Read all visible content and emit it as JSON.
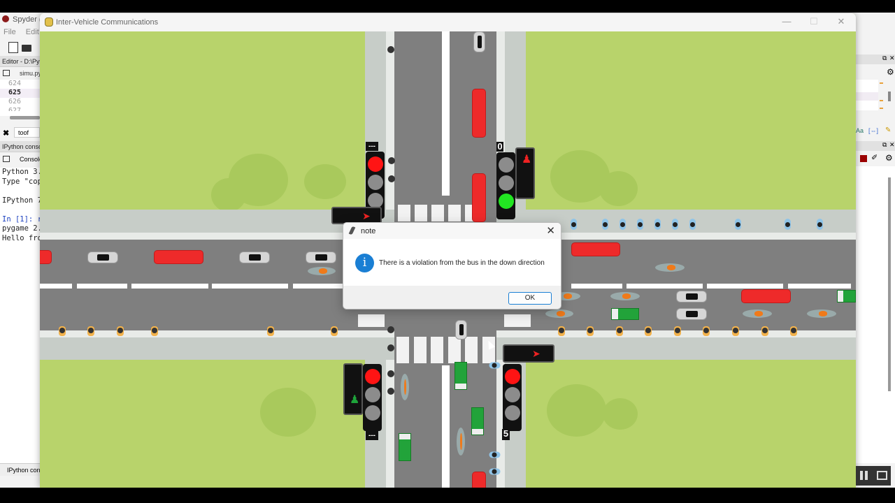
{
  "spyder": {
    "title": "Spyder (",
    "menu": [
      "File",
      "Edit"
    ],
    "editor_header": "Editor - D:\\Pyt",
    "editor_tab": "simu.py",
    "line_numbers": [
      "624",
      "625",
      "626",
      "627"
    ],
    "current_line": "625",
    "find_text": "toof",
    "console_pane_header": "IPython conso",
    "console_tab": "Console",
    "console_lines": [
      "Python 3.",
      "Type \"cop",
      "",
      "IPython 7",
      "",
      "In [1]: r",
      "pygame 2.",
      "Hello fro"
    ],
    "console_prompt": "In [1]:",
    "bottom_tab": "IPython cons"
  },
  "pygame_window": {
    "title": "Inter-Vehicle Communications",
    "controls": {
      "minimize": "—",
      "maximize": "☐",
      "close": "✕"
    }
  },
  "scene": {
    "colors": {
      "grass": "#b8d36b",
      "road": "#7f7f7f",
      "sidewalk": "#c7cdc8",
      "red_light": "#ff1414",
      "green_light": "#22e622",
      "bus": "#ee2a2a",
      "truck": "#22a33a"
    },
    "signals": {
      "north_left": {
        "state": "red",
        "counter": "---"
      },
      "north_right": {
        "state": "green",
        "counter": "0"
      },
      "south_left": {
        "state": "red",
        "counter": "---"
      },
      "south_right": {
        "state": "red",
        "counter": "5"
      }
    }
  },
  "dialog": {
    "title": "note",
    "icon": "info-icon",
    "message": "There is a violation from the bus in the down direction",
    "ok_label": "OK",
    "close_glyph": "✕"
  }
}
